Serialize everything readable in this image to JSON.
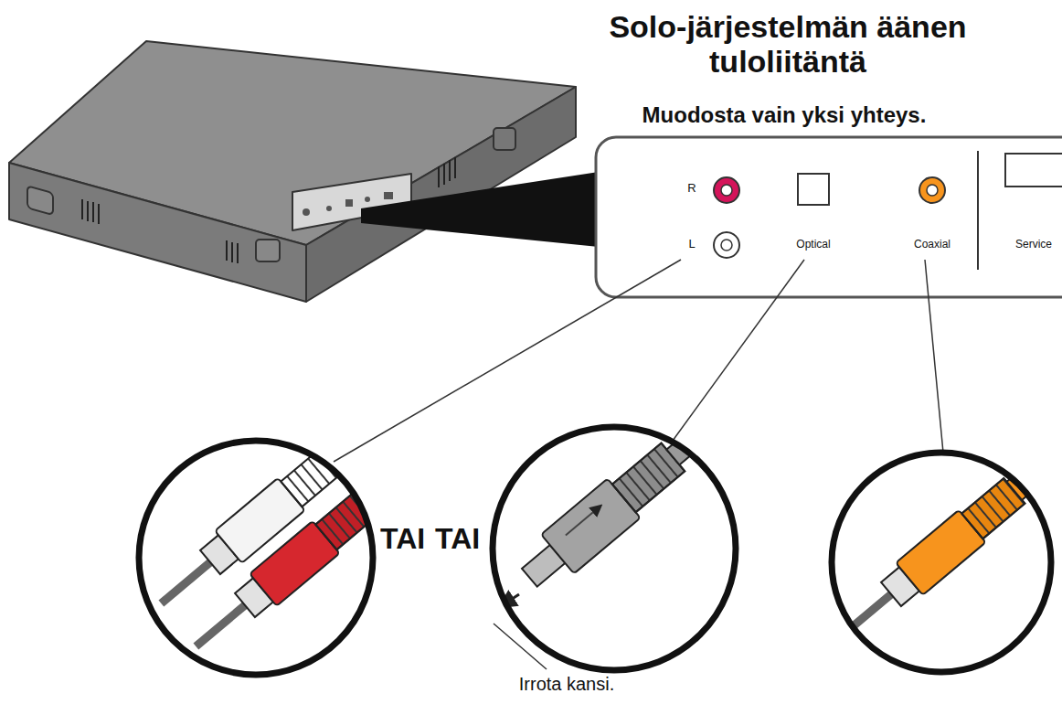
{
  "diagram": {
    "title": "Solo-järjestelmän äänen tuloliitäntä",
    "labels": [
      "Muodosta vain yksi yhteys.",
      "R",
      "L",
      "Optical",
      "Coaxial",
      "Service",
      "TAI",
      "TAI",
      "Irrota kansi."
    ]
  }
}
